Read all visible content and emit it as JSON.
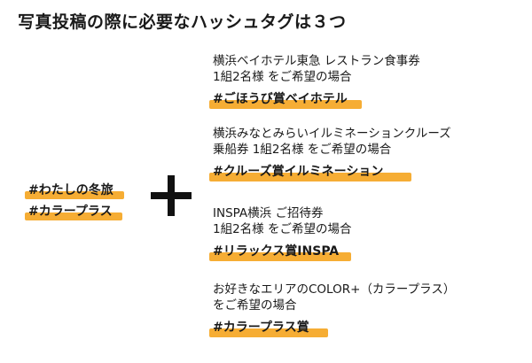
{
  "title": "写真投稿の際に必要なハッシュタグは３つ",
  "common_tags": [
    "#わたしの冬旅",
    "#カラープラス"
  ],
  "prizes": [
    {
      "desc_lines": [
        "横浜ベイホテル東急 レストラン食事券",
        "1組2名様 をご希望の場合"
      ],
      "hashtag": "#ごほうび賞ベイホテル"
    },
    {
      "desc_lines": [
        "横浜みなとみらいイルミネーションクルーズ",
        "乗船券 1組2名様 をご希望の場合"
      ],
      "hashtag": "#クルーズ賞イルミネーション"
    },
    {
      "desc_lines": [
        "INSPA横浜 ご招待券",
        "1組2名様 をご希望の場合"
      ],
      "hashtag": "#リラックス賞INSPA"
    },
    {
      "desc_lines": [
        "お好きなエリアのCOLOR+（カラープラス）",
        "をご希望の場合"
      ],
      "hashtag": "#カラープラス賞"
    }
  ],
  "colors": {
    "highlight": "#f5a623",
    "text": "#1a1a1a",
    "plus": "#111111"
  },
  "icons": {
    "plus": "plus-icon"
  }
}
